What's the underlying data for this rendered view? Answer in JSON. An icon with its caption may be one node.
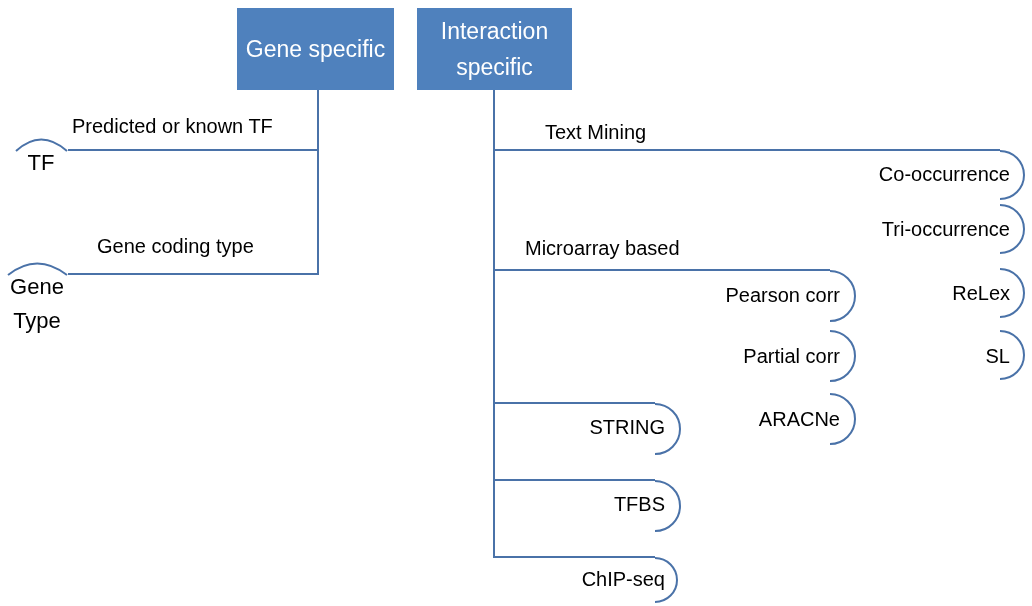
{
  "diagram": {
    "nodes": [
      {
        "text": [
          "Gene specific"
        ]
      },
      {
        "text": [
          "Interaction specific"
        ]
      },
      {
        "text": [
          "TF"
        ]
      },
      {
        "text": [
          "Gene Type"
        ]
      },
      {
        "text": [
          "Co-occurrence"
        ]
      },
      {
        "text": [
          "Tri-occurrence"
        ]
      },
      {
        "text": [
          "ReLex"
        ]
      },
      {
        "text": [
          "SL"
        ]
      },
      {
        "text": [
          "Pearson corr"
        ]
      },
      {
        "text": [
          "Partial corr"
        ]
      },
      {
        "text": [
          "ARACNe"
        ]
      },
      {
        "text": [
          "STRING"
        ]
      },
      {
        "text": [
          "TFBS"
        ]
      },
      {
        "text": [
          "ChIP-seq"
        ]
      }
    ],
    "edges": [
      {
        "from": 0,
        "to": 2,
        "arrow": "none",
        "label": "Predicted or known TF"
      },
      {
        "from": 0,
        "to": 3,
        "arrow": "none",
        "label": "Gene coding type"
      },
      {
        "from": 1,
        "to": 4,
        "arrow": "none",
        "label": "Text Mining"
      },
      {
        "from": 1,
        "to": 8,
        "arrow": "none",
        "label": "Microarray based"
      },
      {
        "from": 1,
        "to": 11,
        "arrow": "none"
      },
      {
        "from": 1,
        "to": 12,
        "arrow": "none"
      },
      {
        "from": 1,
        "to": 13,
        "arrow": "none"
      }
    ]
  }
}
